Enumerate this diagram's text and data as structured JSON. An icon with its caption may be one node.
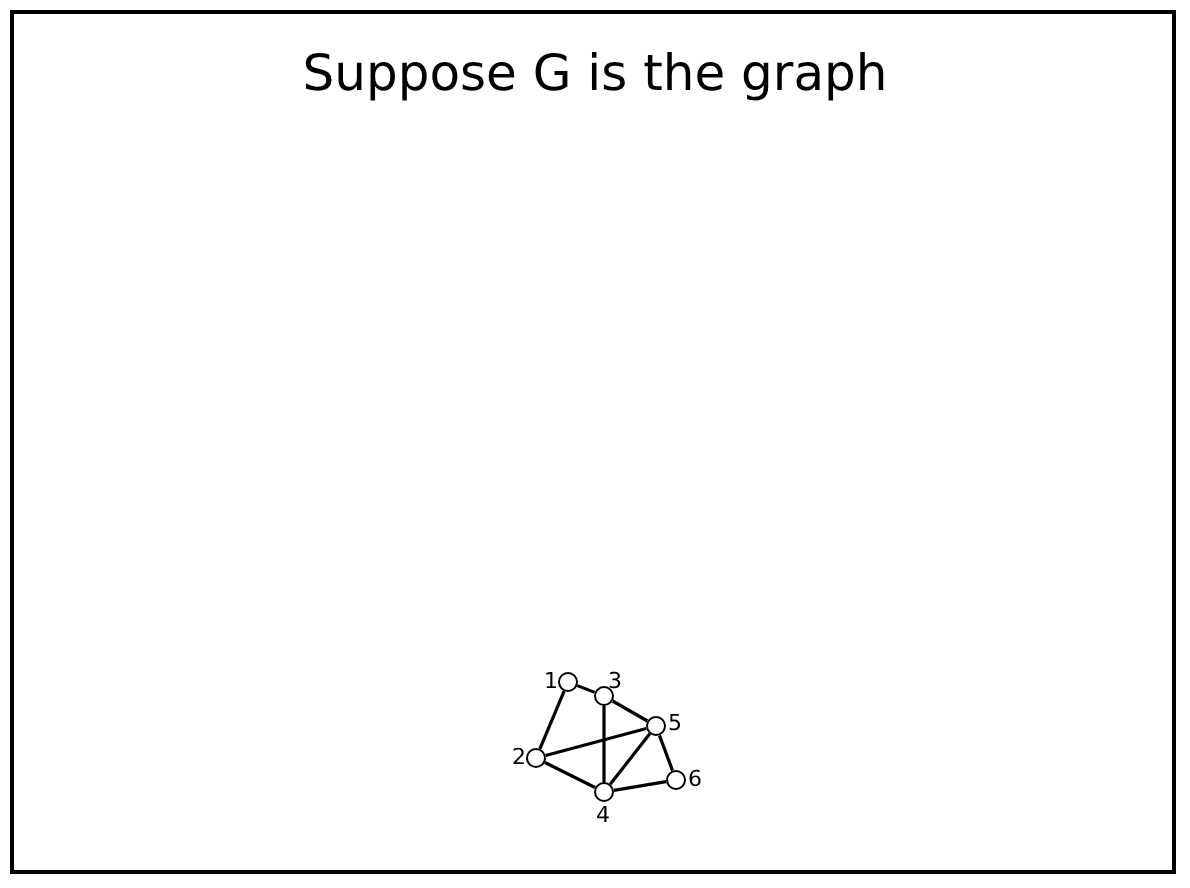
{
  "diagram": {
    "title": "Suppose G is the graph",
    "nodes": [
      {
        "text": [],
        "shape": "circle",
        "beside": [
          "1"
        ]
      },
      {
        "text": [],
        "shape": "circle",
        "beside": [
          "2"
        ]
      },
      {
        "text": [],
        "shape": "circle",
        "beside": [
          "3"
        ]
      },
      {
        "text": [],
        "shape": "circle",
        "beside": [
          "4"
        ]
      },
      {
        "text": [],
        "shape": "circle",
        "beside": [
          "5"
        ]
      },
      {
        "text": [],
        "shape": "circle",
        "beside": [
          "6"
        ]
      }
    ],
    "edges": [
      {
        "from": 0,
        "to": 2,
        "arrow": "none"
      },
      {
        "from": 0,
        "to": 1,
        "arrow": "none"
      },
      {
        "from": 2,
        "to": 4,
        "arrow": "none"
      },
      {
        "from": 2,
        "to": 3,
        "arrow": "none"
      },
      {
        "from": 1,
        "to": 4,
        "arrow": "none"
      },
      {
        "from": 1,
        "to": 3,
        "arrow": "none"
      },
      {
        "from": 3,
        "to": 4,
        "arrow": "none"
      },
      {
        "from": 3,
        "to": 5,
        "arrow": "none"
      },
      {
        "from": 4,
        "to": 5,
        "arrow": "none"
      }
    ]
  }
}
